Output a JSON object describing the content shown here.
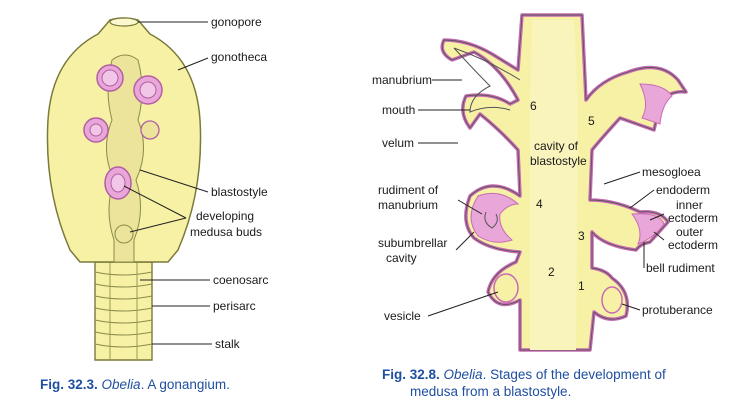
{
  "left_figure": {
    "labels": {
      "gonopore": "gonopore",
      "gonotheca": "gonotheca",
      "blastostyle": "blastostyle",
      "developing": "developing",
      "medusa_buds": "medusa buds",
      "coenosarc": "coenosarc",
      "perisarc": "perisarc",
      "stalk": "stalk"
    },
    "caption": {
      "fig_no": "Fig. 32.3.",
      "genus": "Obelia",
      "text": ". A gonangium."
    }
  },
  "right_figure": {
    "labels": {
      "manubrium": "manubrium",
      "mouth": "mouth",
      "velum": "velum",
      "cavity_of": "cavity of",
      "blastostyle": "blastostyle",
      "rudiment_of": "rudiment of",
      "manubrium2": "manubrium",
      "subumbrellar": "subumbrellar",
      "cavity": "cavity",
      "vesicle": "vesicle",
      "mesogloea": "mesogloea",
      "endoderm": "endoderm",
      "inner": "inner",
      "ectoderm_inner": "ectoderm",
      "outer": "outer",
      "ectoderm_outer": "ectoderm",
      "bell_rudiment": "bell rudiment",
      "protuberance": "protuberance"
    },
    "stages": [
      "1",
      "2",
      "3",
      "4",
      "5",
      "6"
    ],
    "caption": {
      "fig_no": "Fig. 32.8.",
      "genus": "Obelia",
      "line1": ". Stages of the development of",
      "line2": "medusa from a blastostyle."
    }
  },
  "colors": {
    "body_fill": "#f7f1a6",
    "pink_fill": "#e9a6d8",
    "pink_edge": "#c86bb4",
    "outline": "#555555",
    "caption": "#1f4fa0"
  }
}
